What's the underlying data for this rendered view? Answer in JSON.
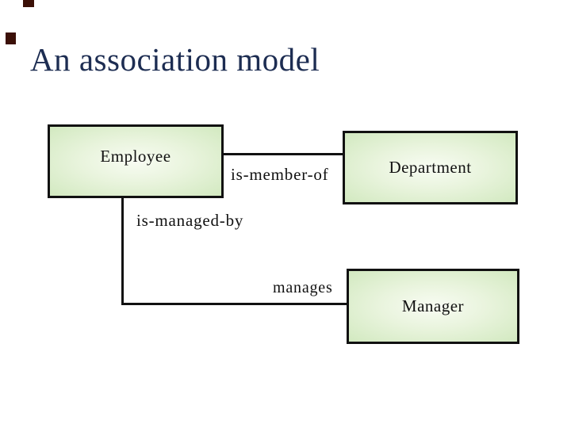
{
  "slide": {
    "title": "An association model"
  },
  "diagram": {
    "type": "association-model",
    "nodes": {
      "employee": {
        "label": "Employee"
      },
      "department": {
        "label": "Department"
      },
      "manager": {
        "label": "Manager"
      }
    },
    "edge_labels": {
      "is_member_of": "is-member-of",
      "is_managed_by": "is-managed-by",
      "manages": "manages"
    },
    "edges": [
      {
        "from": "Employee",
        "to": "Department",
        "label": "is-member-of"
      },
      {
        "from": "Employee",
        "to": "Manager",
        "label": "is-managed-by / manages"
      }
    ]
  },
  "colors": {
    "background": "#ffffff",
    "title_text": "#1d2d52",
    "node_border": "#111111",
    "node_fill_center": "#f8fcf3",
    "node_fill_edge": "#d2e9c0",
    "connector": "#111111",
    "label_text": "#111111",
    "edge_mark": "#3b1007"
  }
}
